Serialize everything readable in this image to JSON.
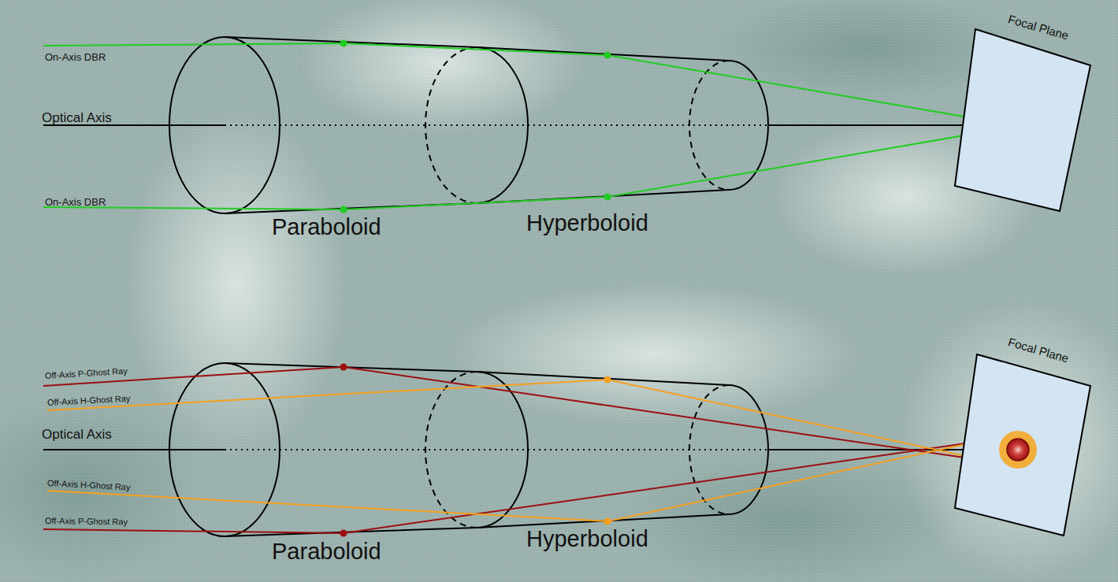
{
  "diagram": {
    "nodes": [
      {
        "text": [
          "Focal Plane"
        ]
      },
      {
        "text": [
          "Focal Plane"
        ]
      }
    ],
    "labels": [
      "On-Axis DBR",
      "Optical Axis",
      "On-Axis DBR",
      "Paraboloid",
      "Hyperboloid",
      "Off-Axis P-Ghost Ray",
      "Off-Axis H-Ghost Ray",
      "Optical Axis",
      "Off-Axis H-Ghost Ray",
      "Off-Axis P-Ghost Ray",
      "Paraboloid",
      "Hyperboloid"
    ]
  }
}
